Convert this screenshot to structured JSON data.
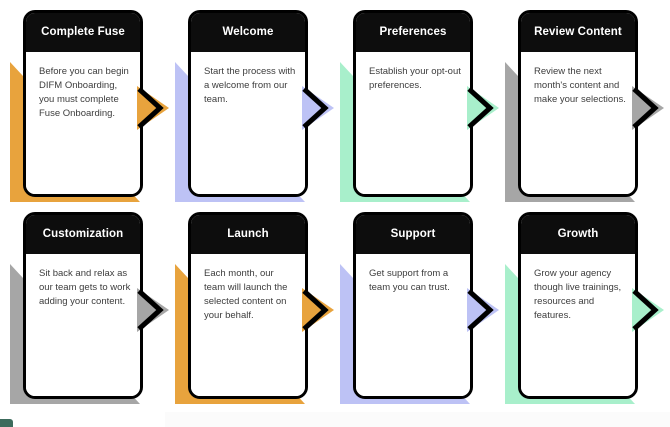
{
  "page": {
    "title": "DIFM Onboarding Process Flow",
    "background_color": "#ffffff",
    "bottom_panel_color": "#fbfbfb",
    "chat_nub_color": "#3c6b5c"
  },
  "palette": {
    "orange": "#E8A33D",
    "periwinkle": "#BDC2F5",
    "mint": "#A8EFCB",
    "gray": "#A6A6A6",
    "card_border": "#000000",
    "header_bg": "#0d0d0d",
    "header_text": "#ffffff",
    "body_text": "#3d3d3d"
  },
  "rows": [
    {
      "row_name": "row-1",
      "cards": [
        {
          "title": "Complete Fuse",
          "body": "Before you can begin DIFM Onboarding, you must complete Fuse Onboarding.",
          "accent": "#E8A33D",
          "has_chevron": true
        },
        {
          "title": "Welcome",
          "body": "Start the process with a welcome from our team.",
          "accent": "#BDC2F5",
          "has_chevron": true
        },
        {
          "title": "Preferences",
          "body": "Establish your opt-out preferences.",
          "accent": "#A8EFCB",
          "has_chevron": true
        },
        {
          "title": "Review Content",
          "body": "Review the next month's content and make your selections.",
          "accent": "#A6A6A6",
          "has_chevron": true
        }
      ]
    },
    {
      "row_name": "row-2",
      "cards": [
        {
          "title": "Customization",
          "body": "Sit back and relax as our team gets to work adding your content.",
          "accent": "#A6A6A6",
          "has_chevron": true
        },
        {
          "title": "Launch",
          "body": "Each month, our team will launch the selected content on your behalf.",
          "accent": "#E8A33D",
          "has_chevron": true
        },
        {
          "title": "Support",
          "body": "Get support from a team you can trust.",
          "accent": "#BDC2F5",
          "has_chevron": true
        },
        {
          "title": "Growth",
          "body": "Grow your agency though live trainings, resources and features.",
          "accent": "#A8EFCB",
          "has_chevron": true
        }
      ]
    }
  ]
}
